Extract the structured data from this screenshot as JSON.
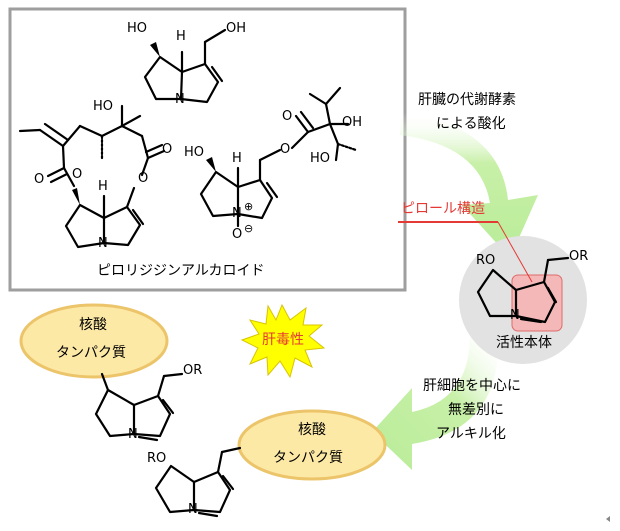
{
  "colors": {
    "frame_border": "#9e9e9e",
    "arrow_green": "#c8f0a8",
    "circle_gray": "#e2e2e2",
    "pyrrole_highlight": "#f5b8b8",
    "pyrrole_label": "#e53935",
    "oval_fill": "#fde9a6",
    "oval_border": "#ecc46a",
    "burst_fill": "#ffff00",
    "burst_text": "#e53935"
  },
  "box": {
    "title": "ピロリジジンアルカロイド"
  },
  "atoms": {
    "ho": "HO",
    "h": "H",
    "oh": "OH",
    "o": "O",
    "n": "N",
    "ro": "RO",
    "or": "OR",
    "oxide": "O",
    "minus": "⊖",
    "plus": "⊕"
  },
  "step1": {
    "line1": "肝臓の代謝酵素",
    "line2": "による酸化"
  },
  "pyrrole_label": "ピロール構造",
  "active_label": "活性本体",
  "step2": {
    "line1": "肝細胞を中心に",
    "line2": "無差別に",
    "line3": "アルキル化"
  },
  "toxicity": "肝毒性",
  "oval1": {
    "line1": "核酸",
    "line2": "タンパク質"
  },
  "oval2": {
    "line1": "核酸",
    "line2": "タンパク質"
  }
}
